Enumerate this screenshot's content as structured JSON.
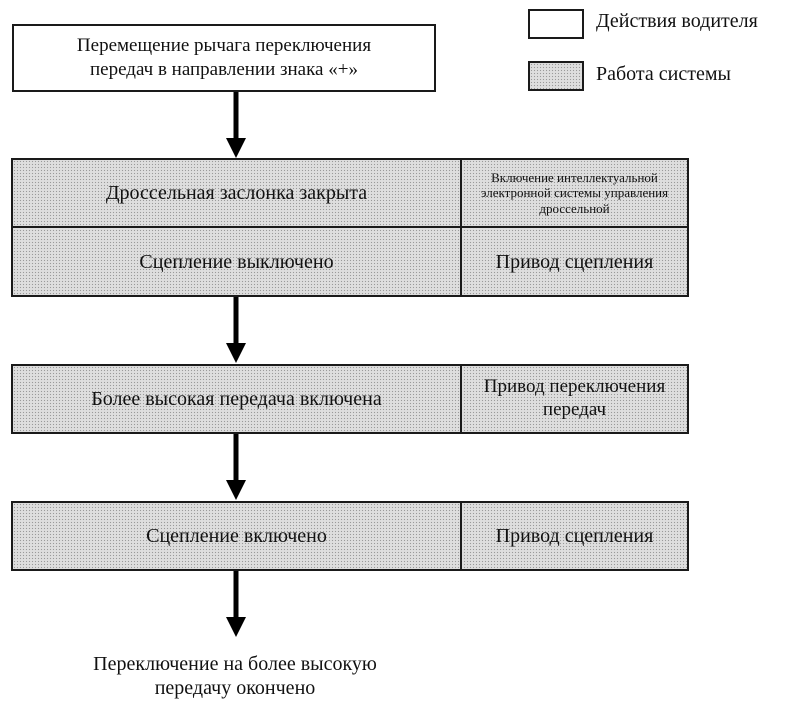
{
  "legend": {
    "driver_actions": "Действия водителя",
    "system_operation": "Работа системы"
  },
  "start": {
    "line1": "Перемещение рычага переключения",
    "line2": "передач в направлении знака «+»"
  },
  "block1": {
    "row1_main": "Дроссельная заслонка закрыта",
    "row1_side": "Включение интеллектуальной электронной системы управления дроссельной",
    "row2_main": "Сцепление выключено",
    "row2_side": "Привод сцепления"
  },
  "block2": {
    "main": "Более высокая передача включена",
    "side": "Привод переключения передач"
  },
  "block3": {
    "main": "Сцепление включено",
    "side": "Привод сцепления"
  },
  "end": {
    "line1": "Переключение на более высокую",
    "line2": "передачу окончено"
  }
}
